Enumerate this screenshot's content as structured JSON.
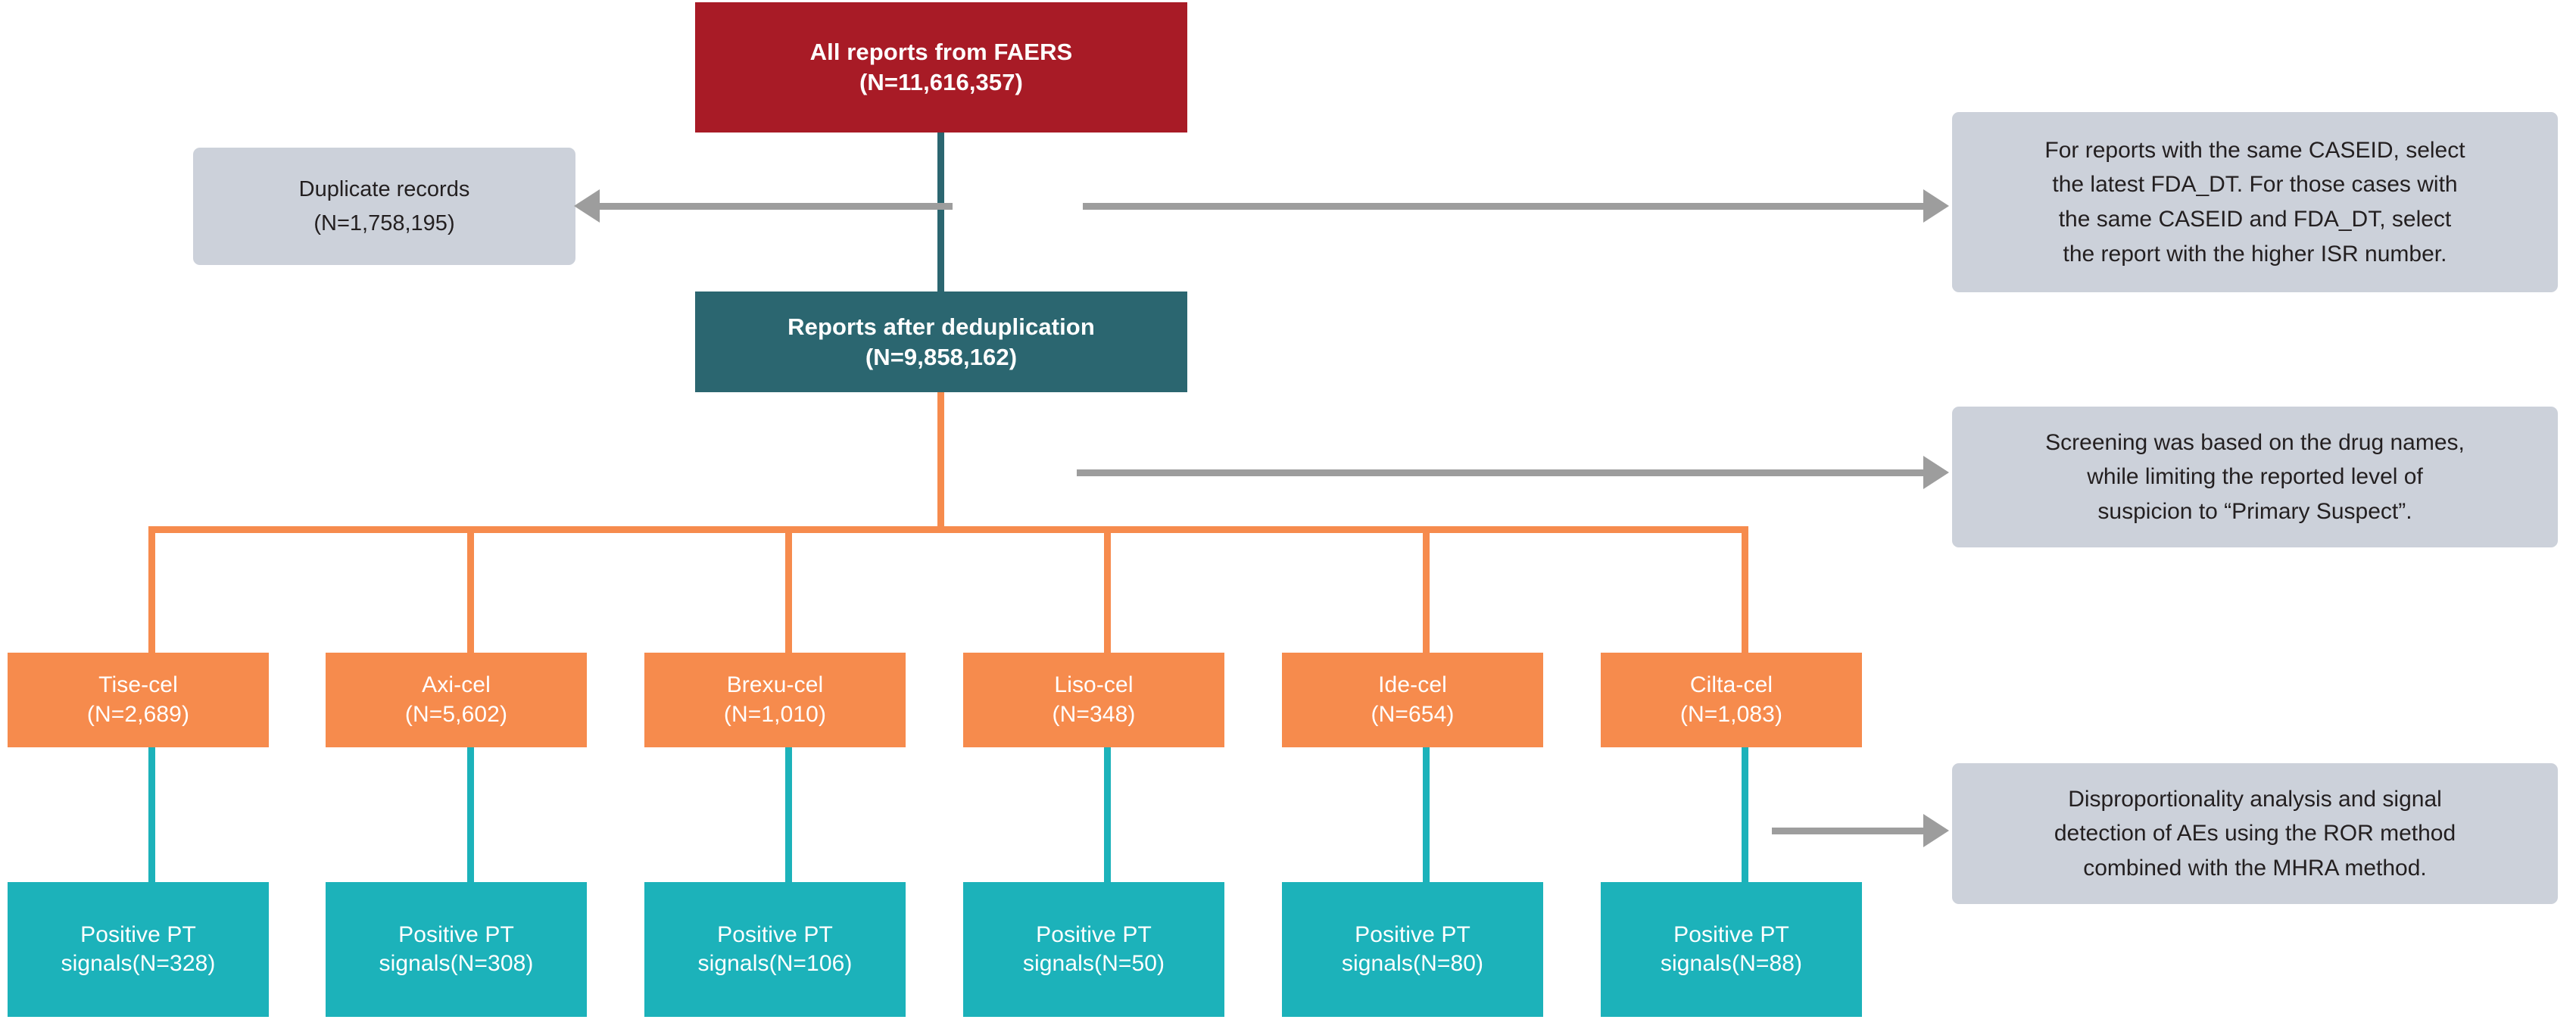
{
  "figure": {
    "type": "flowchart",
    "title": "FAERS CAR-T adverse event signal detection flow"
  },
  "colors": {
    "source_box": "#A81B26",
    "dedup_box": "#2B6670",
    "drug_box": "#F68B4D",
    "signal_box": "#1CB2BA",
    "note_box": "#CCD1DA",
    "arrow": "#9D9D9D"
  },
  "nodes": {
    "source": {
      "label": "All reports from FAERS",
      "count": "(N=11,616,357)"
    },
    "duplicates": {
      "label": "Duplicate records",
      "count": "(N=1,758,195)"
    },
    "dedup": {
      "label": "Reports after deduplication",
      "count": "(N=9,858,162)"
    }
  },
  "drugs": [
    {
      "name": "Tise-cel",
      "count": "(N=2,689)",
      "signal_label": "Positive PT",
      "signal_count": "signals(N=328)"
    },
    {
      "name": "Axi-cel",
      "count": "(N=5,602)",
      "signal_label": "Positive PT",
      "signal_count": "signals(N=308)"
    },
    {
      "name": "Brexu-cel",
      "count": "(N=1,010)",
      "signal_label": "Positive PT",
      "signal_count": "signals(N=106)"
    },
    {
      "name": "Liso-cel",
      "count": "(N=348)",
      "signal_label": "Positive PT",
      "signal_count": "signals(N=50)"
    },
    {
      "name": "Ide-cel",
      "count": "(N=654)",
      "signal_label": "Positive PT",
      "signal_count": "signals(N=80)"
    },
    {
      "name": "Cilta-cel",
      "count": "(N=1,083)",
      "signal_label": "Positive PT",
      "signal_count": "signals(N=88)"
    }
  ],
  "notes": [
    {
      "id": "dedup-note",
      "lines": [
        "For reports with the same CASEID, select",
        "the latest FDA_DT. For those cases with",
        "the same CASEID and FDA_DT, select",
        "the report with the higher ISR number."
      ]
    },
    {
      "id": "screening-note",
      "lines": [
        "Screening was based on the drug names,",
        "while limiting the reported level of",
        "suspicion to “Primary Suspect”."
      ]
    },
    {
      "id": "analysis-note",
      "lines": [
        "Disproportionality analysis and signal",
        "detection of AEs using the ROR method",
        "combined with the MHRA method."
      ]
    }
  ],
  "chart_data": {
    "type": "table",
    "title": "FAERS report filtering cascade",
    "categories": [
      "Tise-cel",
      "Axi-cel",
      "Brexu-cel",
      "Liso-cel",
      "Ide-cel",
      "Cilta-cel"
    ],
    "series": [
      {
        "name": "Reports",
        "values": [
          2689,
          5602,
          1010,
          348,
          654,
          1083
        ]
      },
      {
        "name": "Positive PT signals",
        "values": [
          328,
          308,
          106,
          50,
          80,
          88
        ]
      }
    ],
    "totals": {
      "all_reports": 11616357,
      "duplicate_records": 1758195,
      "reports_after_deduplication": 9858162
    }
  }
}
